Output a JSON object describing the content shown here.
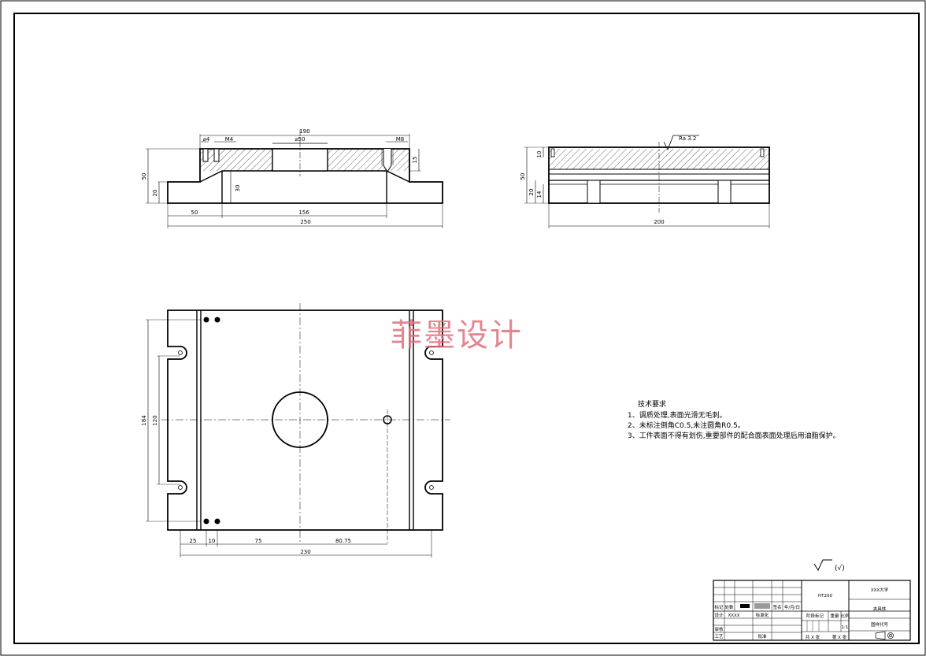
{
  "watermark": "菲墨设计",
  "front_view": {
    "dims": {
      "overall_width": "250",
      "top_width": "190",
      "step": "50",
      "slot_span": "156",
      "height": "50",
      "base_height": "20",
      "pocket_depth": "30",
      "bore": "⌀50",
      "thread_small": "M4",
      "pin": "⌀4",
      "thread_large": "M8",
      "top_depth": "15"
    }
  },
  "side_view": {
    "dims": {
      "width": "200",
      "height": "50",
      "base_height": "20",
      "top_thickness": "10",
      "small": "14"
    },
    "roughness": "Ra 3.2"
  },
  "plan_view": {
    "dims": {
      "overall_height": "184",
      "slot_span": "120",
      "d25": "25",
      "d10": "10",
      "d75": "75",
      "d8075": "80.75",
      "overall_width": "230"
    }
  },
  "tech_requirements": {
    "title": "技术要求",
    "items": [
      "1、调质处理,表面光滑无毛刺。",
      "2、未标注倒角C0.5,未注圆角R0.5。",
      "3、工件表面不得有划伤,重要部件的配合面表面处理后用油脂保护。"
    ]
  },
  "surface_symbol": "(√)",
  "title_block": {
    "material": "HT200",
    "school": "XXX大学",
    "part_name": "夹具体",
    "drawing_no": "图样代号",
    "scale_label": "比例",
    "scale": "1:1",
    "weight_label": "重量",
    "stage_label": "阶段标记",
    "mark_label": "标记",
    "count_label": "处数",
    "sign_label": "签名",
    "date_label": "年/月/日",
    "design_label": "设计",
    "designer": "XXXX",
    "standard_label": "标准化",
    "review_label": "审核",
    "process_label": "工艺",
    "approve_label": "批准",
    "sheets": "共 X 张",
    "sheet_no": "第 X 张"
  }
}
